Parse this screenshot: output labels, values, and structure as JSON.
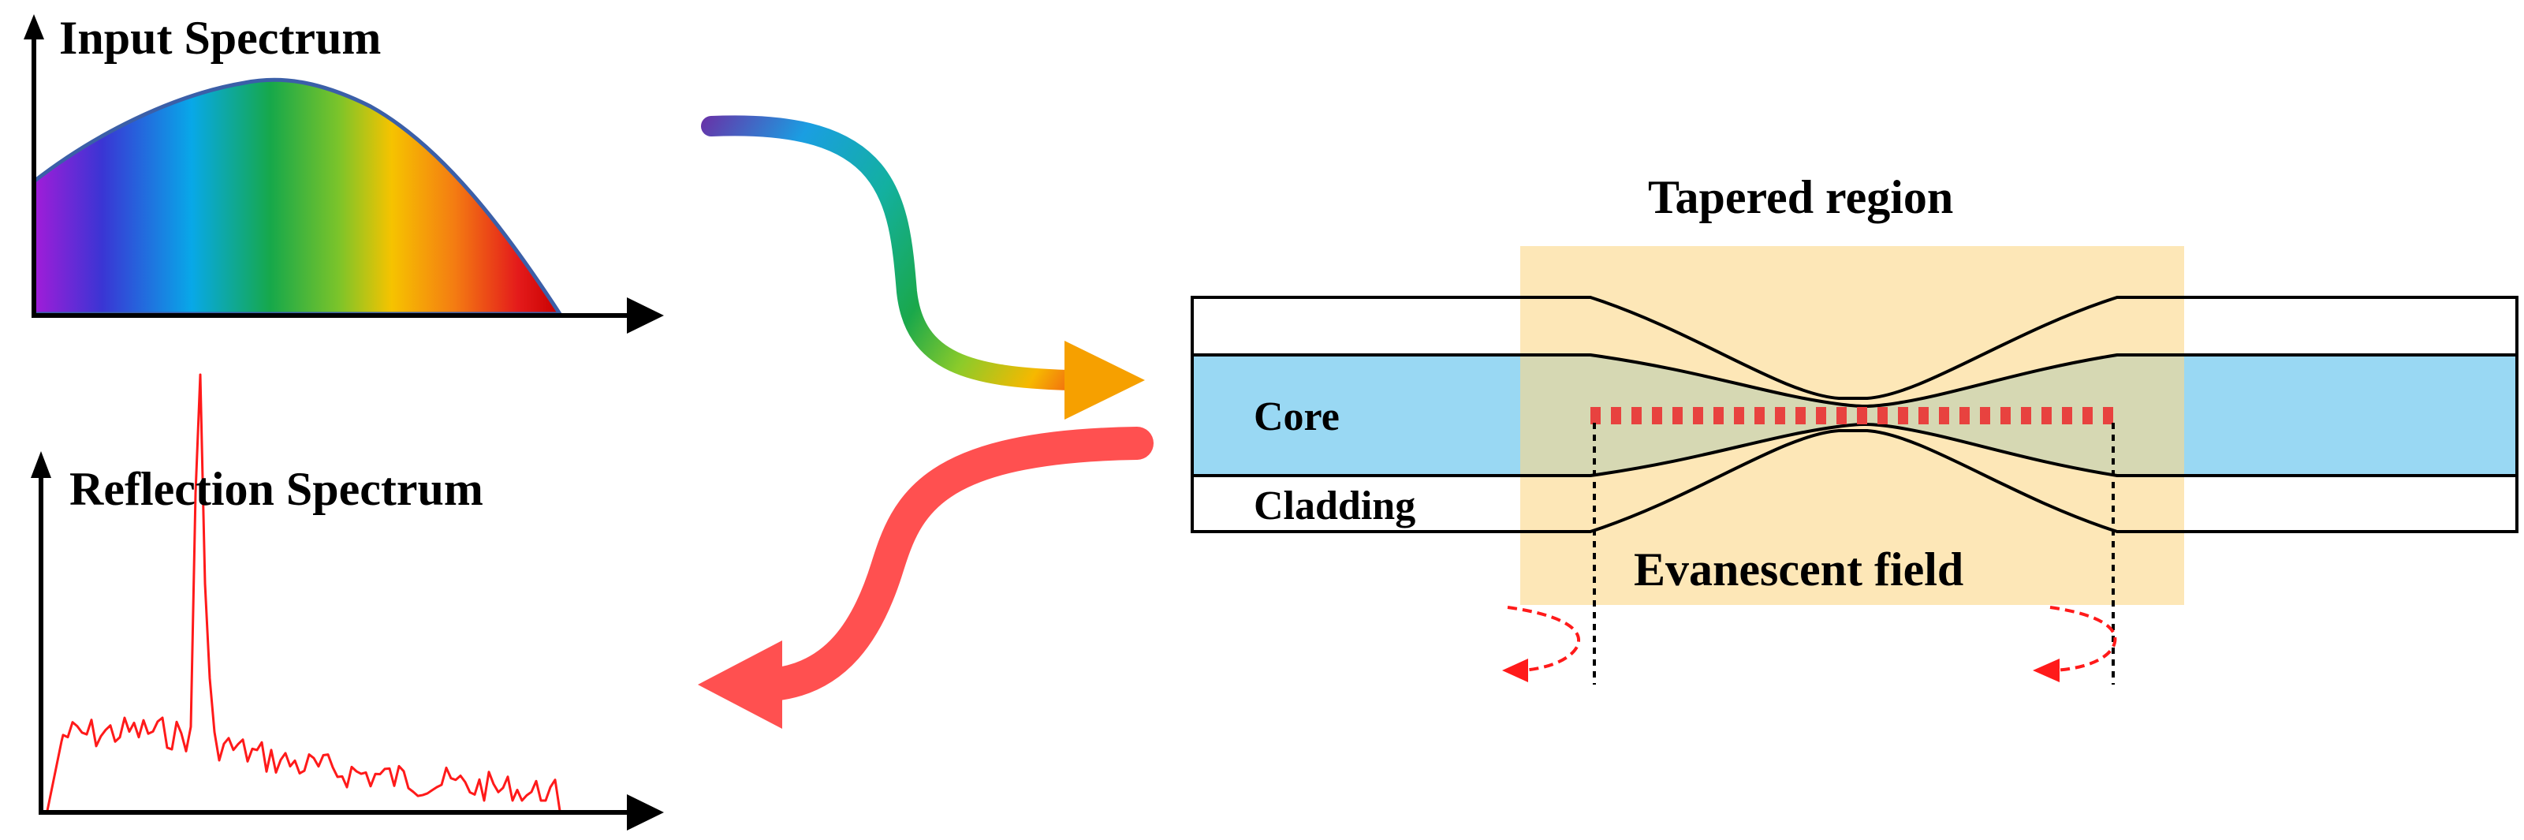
{
  "labels": {
    "input_spectrum": "Input Spectrum",
    "reflection_spectrum": "Reflection Spectrum",
    "tapered_region": "Tapered region",
    "core": "Core",
    "cladding": "Cladding",
    "evanescent_field": "Evanescent field"
  },
  "colors": {
    "core": "#99d8f3",
    "tapered_region": "#fde4ad",
    "grating": "#e8423f",
    "reflection_arrow": "#ff5050",
    "reflection_trace": "#ff1a1a",
    "spectrum_outline": "#3b5fa8",
    "axis": "#000000"
  },
  "spectrum_colors": [
    "#a21cd8",
    "#2f46d6",
    "#08a8e8",
    "#16a84a",
    "#7cc42a",
    "#f6c300",
    "#f47c12",
    "#e41b1b",
    "#d40000"
  ]
}
